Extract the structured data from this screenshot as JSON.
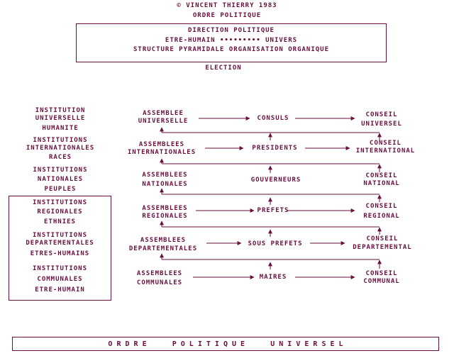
{
  "header": {
    "copyright": "© VINCENT THIERRY 1983",
    "title": "ORDRE POLITIQUE"
  },
  "direction_box": {
    "line1": "DIRECTION  POLITIQUE",
    "line2": "ETRE-HUMAIN ••••••••• UNIVERS",
    "line3": "STRUCTURE PYRAMIDALE ORGANISATION ORGANIQUE"
  },
  "election": "ELECTION",
  "institutions": {
    "universelle": [
      "INSTITUTION",
      "UNIVERSELLE",
      "HUMANITE"
    ],
    "internationales": [
      "INSTITUTIONS",
      "INTERNATIONALES",
      "RACES"
    ],
    "nationales": [
      "INSTITUTIONS",
      "NATIONALES",
      "PEUPLES"
    ],
    "regionales": [
      "INSTITUTIONS",
      "REGIONALES",
      "ETHNIES"
    ],
    "departementales": [
      "INSTITUTIONS",
      "DEPARTEMENTALES",
      "ETRES-HUMAINS"
    ],
    "communales": [
      "INSTITUTIONS",
      "COMMUNALES",
      "ETRE-HUMAIN"
    ]
  },
  "levels": [
    {
      "assembly": [
        "ASSEMBLEE",
        "UNIVERSELLE"
      ],
      "executive": "CONSULS",
      "council": [
        "CONSEIL",
        "UNIVERSEL"
      ]
    },
    {
      "assembly": [
        "ASSEMBLEES",
        "INTERNATIONALES"
      ],
      "executive": "PRESIDENTS",
      "council": [
        "CONSEIL",
        "INTERNATIONAL"
      ]
    },
    {
      "assembly": [
        "ASSEMBLEES",
        "NATIONALES"
      ],
      "executive": "GOUVERNEURS",
      "council": [
        "CONSEIL",
        "NATIONAL"
      ]
    },
    {
      "assembly": [
        "ASSEMBLEES",
        "REGIONALES"
      ],
      "executive": "PREFETS",
      "council": [
        "CONSEIL",
        "REGIONAL"
      ]
    },
    {
      "assembly": [
        "ASSEMBLEES",
        "DEPARTEMENTALES"
      ],
      "executive": "SOUS PREFETS",
      "council": [
        "CONSEIL",
        "DEPARTEMENTAL"
      ]
    },
    {
      "assembly": [
        "ASSEMBLEES",
        "COMMUNALES"
      ],
      "executive": "MAIRES",
      "council": [
        "CONSEIL",
        "COMMUNAL"
      ]
    }
  ],
  "footer": "O R D R E      P O L I T I Q U E      U N I V E R S E L",
  "colors": {
    "ink": "#6a0f3d",
    "background": "#ffffff"
  }
}
